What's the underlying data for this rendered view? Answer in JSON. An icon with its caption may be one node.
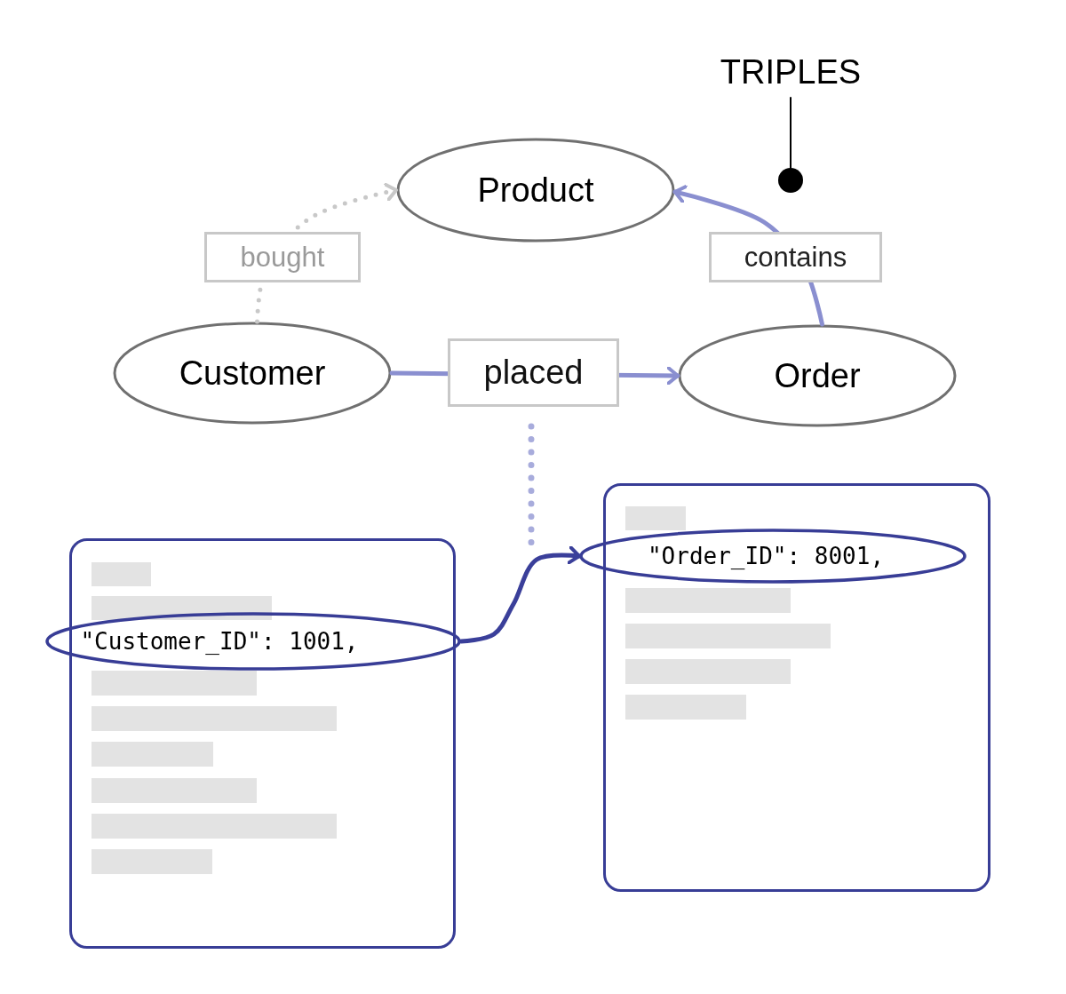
{
  "diagram": {
    "nodes": [
      {
        "text": [
          "Product"
        ]
      },
      {
        "text": [
          "Customer"
        ]
      },
      {
        "text": [
          "Order"
        ]
      },
      {
        "text": [],
        "shape": "box"
      },
      {
        "text": [
          "\"Customer_ID\": 1001,"
        ]
      },
      {
        "text": [],
        "shape": "box"
      },
      {
        "text": [
          "\"Order_ID\": 8001,"
        ]
      },
      {
        "text": [
          "TRIPLES"
        ]
      },
      {
        "text": [],
        "shape": "circle"
      }
    ],
    "edges": [
      {
        "from": 1,
        "to": 0,
        "arrow": "to",
        "label": "bought",
        "style": "dashed",
        "color": "#c8c8c8"
      },
      {
        "from": 2,
        "to": 0,
        "arrow": "to",
        "label": "contains"
      },
      {
        "from": 1,
        "to": 2,
        "arrow": "to",
        "label": "placed"
      },
      {
        "from": 4,
        "to": 6,
        "arrow": "to",
        "color": "#3a3f9a"
      },
      {
        "from": 7,
        "to": 8,
        "arrow": "none",
        "color": "#000000"
      }
    ]
  }
}
